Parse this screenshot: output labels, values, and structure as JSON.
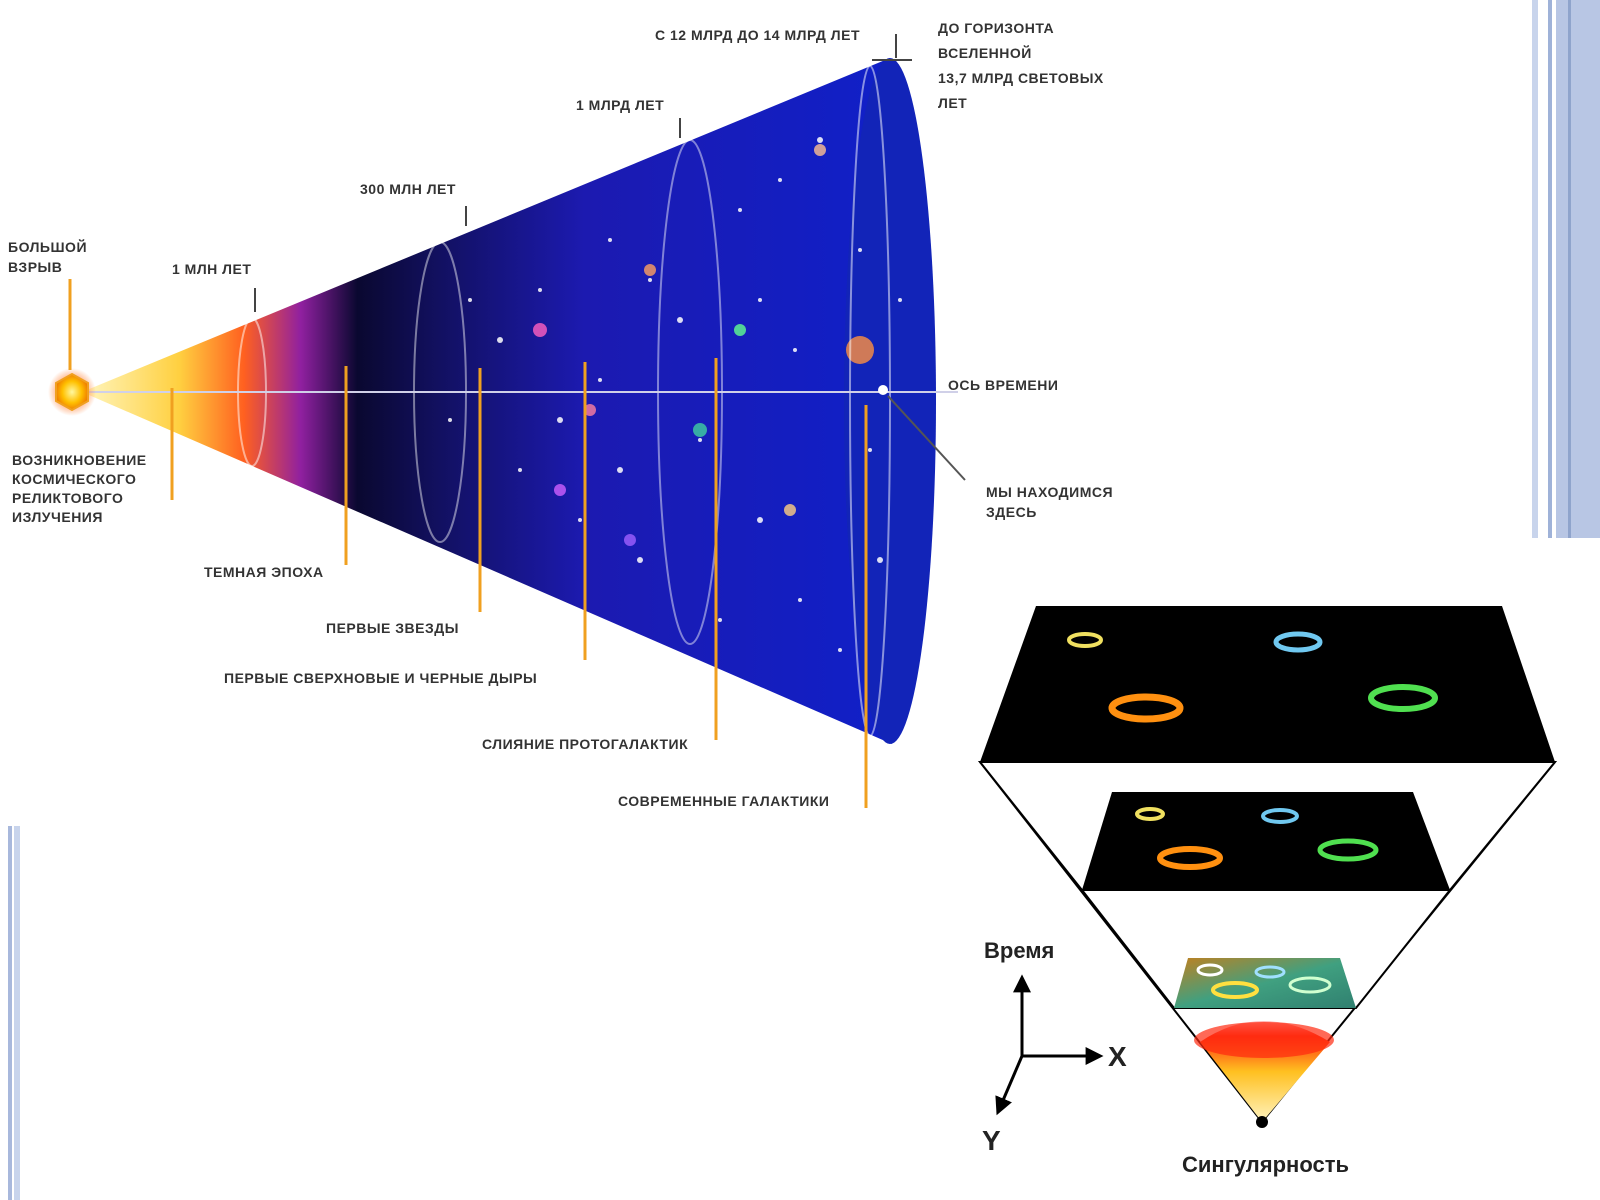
{
  "timeline": {
    "big_bang": [
      "БОЛЬШОЙ",
      "ВЗРЫВ"
    ],
    "t_1myr": "1 МЛН ЛЕТ",
    "t_300myr": "300 МЛН ЛЕТ",
    "t_1gyr": "1 МЛРД ЛЕТ",
    "t_12_14gyr": "С 12 МЛРД ДО 14 МЛРД ЛЕТ",
    "horizon": [
      "ДО ГОРИЗОНТА",
      "ВСЕЛЕННОЙ",
      "13,7 МЛРД СВЕТОВЫХ",
      "ЛЕТ"
    ],
    "time_axis": "ОСЬ ВРЕМЕНИ",
    "we_are_here": [
      "МЫ НАХОДИМСЯ",
      "ЗДЕСЬ"
    ],
    "cmb": [
      "ВОЗНИКНОВЕНИЕ",
      "КОСМИЧЕСКОГО",
      "РЕЛИКТОВОГО",
      "ИЗЛУЧЕНИЯ"
    ],
    "dark_age": "ТЕМНАЯ ЭПОХА",
    "first_stars": "ПЕРВЫЕ ЗВЕЗДЫ",
    "supernovae": "ПЕРВЫЕ СВЕРХНОВЫЕ И ЧЕРНЫЕ ДЫРЫ",
    "protogalaxies": "СЛИЯНИЕ ПРОТОГАЛАКТИК",
    "modern_galaxies": "СОВРЕМЕННЫЕ ГАЛАКТИКИ"
  },
  "expansion": {
    "time_label": "Время",
    "x_label": "X",
    "y_label": "Y",
    "singularity": "Сингулярность"
  },
  "colors": {
    "accent_orange": "#f0a020",
    "space_blue": "#1a1aa0",
    "frame_blue": "#8fa4cc"
  }
}
